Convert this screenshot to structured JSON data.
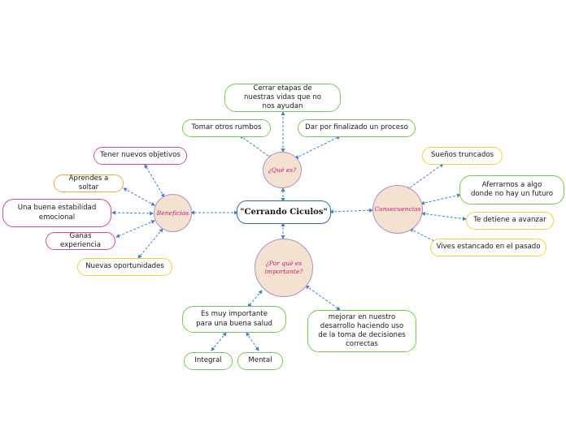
{
  "central": "\"Cerrando Ciculos\"",
  "hubs": {
    "que_es": "¿Qué es?",
    "beneficios": "Beneficios",
    "consecuencias": "Consecuencias",
    "por_que": "¿Por qué es importante?"
  },
  "que_es_items": {
    "cerrar": "Cerrar etapas de nuestras vidas que no nos ayudan",
    "tomar": "Tomar otros rumbos",
    "dar": "Dar por finalizado un proceso"
  },
  "beneficios_items": {
    "objetivos": "Tener nuevos objetivos",
    "soltar": "Aprendes a soltar",
    "estabilidad": "Una buena estabilidad emocional",
    "experiencia": "Ganas experiencia",
    "oportunidades": "Nuevas oportunidades"
  },
  "consecuencias_items": {
    "suenos": "Sueños truncados",
    "aferrarnos": "Aferrarnos a algo donde no hay un futuro",
    "detiene": "Te detiene a avanzar",
    "estancado": "Vives estancado en el pasado"
  },
  "por_que_items": {
    "salud": "Es muy importante para una buena salud",
    "mejorar": "mejorar en nuestro desarrollo haciendo uso de la toma de decisiones correctas",
    "integral": "Integral",
    "mental": "Mental"
  },
  "colors": {
    "link": "#3a7fd8",
    "hub_fill": "#f3e2d0",
    "hub_text": "#d4147e",
    "green": "#6fcf4a",
    "orange": "#f0a63c",
    "pink": "#e0449a",
    "yellow": "#f2d431",
    "blue": "#3e6fc2"
  }
}
